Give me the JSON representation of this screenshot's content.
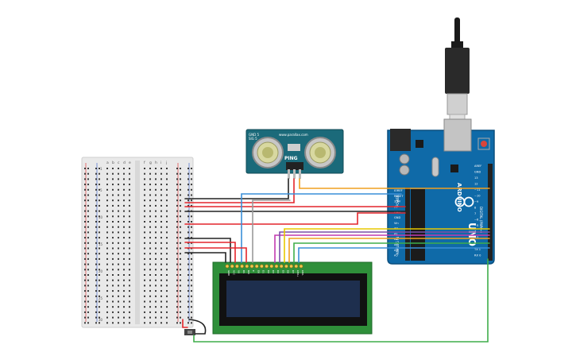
{
  "sensor": {
    "title": "PING",
    "model_line1": "GND 5",
    "model_line2": "SIG 5",
    "url": "www.parallax.com",
    "pins": [
      "GND",
      "5V",
      "SIG"
    ]
  },
  "breadboard": {
    "col_letters_left": [
      "a",
      "b",
      "c",
      "d",
      "e"
    ],
    "col_letters_right": [
      "f",
      "g",
      "h",
      "i",
      "j"
    ],
    "row_numbers": [
      "1",
      "5",
      "10",
      "15",
      "20",
      "25",
      "30"
    ]
  },
  "arduino": {
    "brand": "ARDUINO",
    "model": "UNO",
    "power_label": "POWER",
    "analog_label": "ANALOG IN",
    "digital_label": "DIGITAL (PWM~)",
    "left_pins": [
      "IOREF",
      "RESET",
      "3.3V",
      "5V",
      "GND",
      "GND",
      "Vin",
      "A0",
      "A1",
      "A2",
      "A3",
      "A4",
      "A5"
    ],
    "right_pins": [
      "AREF",
      "GND",
      "13",
      "12",
      "~11",
      "~10",
      "~9",
      "8",
      "7",
      "~6",
      "~5",
      "4",
      "~3",
      "2",
      "TX 1",
      "RX 0"
    ]
  },
  "lcd": {
    "pin_labels": [
      "GND",
      "VCC",
      "V0",
      "RS",
      "RW",
      "E",
      "D0",
      "D1",
      "D2",
      "D3",
      "D4",
      "D5",
      "D6",
      "D7",
      "LED+",
      "LED-"
    ]
  },
  "colors": {
    "wire_red": "#e4252b",
    "wire_black": "#222222",
    "wire_orange": "#f0a020",
    "wire_blue": "#3a8fd8",
    "wire_gray": "#9a9a9a",
    "wire_yellow": "#e8c800",
    "wire_magenta": "#c23ab0",
    "wire_green": "#3fae4a",
    "wire_purple": "#7a4ea8",
    "board_blue": "#0f6aa8",
    "lcd_green": "#2f8f3a",
    "lcd_screen": "#1e2f4e",
    "sensor_teal": "#1b6a7a"
  }
}
